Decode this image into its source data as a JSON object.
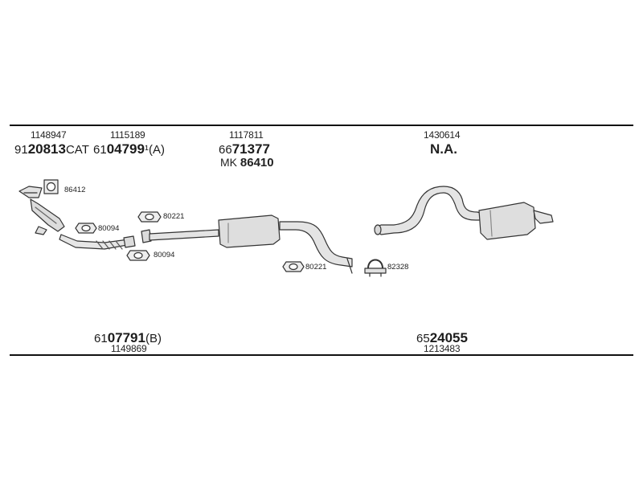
{
  "parts": {
    "p1": {
      "oe": "1148947",
      "prefix": "91",
      "bold": "20813",
      "suffix": "CAT"
    },
    "p2": {
      "oe": "1115189",
      "prefix": "61",
      "bold": "04799",
      "suffix": "¹(A)"
    },
    "p3": {
      "oe": "1117811",
      "prefix": "66",
      "bold": "71377",
      "mk_prefix": "MK ",
      "mk_bold": "86410"
    },
    "p4": {
      "oe": "1430614",
      "na": "N.A."
    },
    "p5": {
      "oe": "1149869",
      "prefix": "61",
      "bold": "07791",
      "suffix": "(B)"
    },
    "p6": {
      "oe": "1213483",
      "prefix": "65",
      "bold": "24055",
      "suffix": ""
    }
  },
  "fittings": {
    "f1": "86412",
    "f2": "80094",
    "f3": "80094",
    "f4": "80221",
    "f5": "80221",
    "f6": "82328"
  },
  "colors": {
    "line": "#111111",
    "part_fill": "#e9e9e9",
    "stroke": "#333333"
  }
}
